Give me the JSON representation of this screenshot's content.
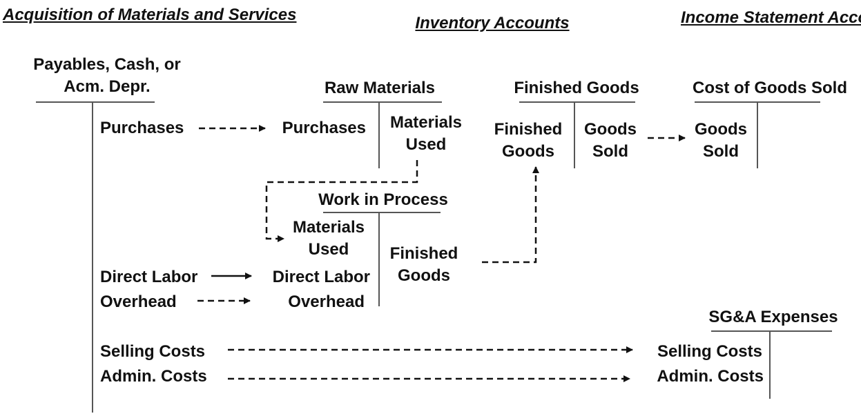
{
  "headers": {
    "acquisition": "Acquisition of Materials and Services",
    "inventory": "Inventory Accounts",
    "income_statement": "Income Statement Accounts"
  },
  "accounts": {
    "payables": {
      "title": "Payables, Cash, or Acm. Depr."
    },
    "raw_materials": {
      "title": "Raw Materials"
    },
    "finished_goods": {
      "title": "Finished Goods"
    },
    "cogs": {
      "title": "Cost of Goods Sold"
    },
    "wip": {
      "title": "Work in Process"
    },
    "sga": {
      "title": "SG&A Expenses"
    }
  },
  "entries": {
    "pay_purchases": "Purchases",
    "pay_direct_labor": "Direct Labor",
    "pay_overhead": "Overhead",
    "pay_selling_costs": "Selling Costs",
    "pay_admin_costs": "Admin. Costs",
    "rm_purchases": "Purchases",
    "rm_materials_used": "Materials Used",
    "wip_materials_used": "Materials Used",
    "wip_direct_labor": "Direct Labor",
    "wip_overhead": "Overhead",
    "wip_finished_goods": "Finished Goods",
    "fg_finished_goods": "Finished Goods",
    "fg_goods_sold": "Goods Sold",
    "cogs_goods_sold": "Goods Sold",
    "sga_selling_costs": "Selling Costs",
    "sga_admin_costs": "Admin. Costs"
  }
}
